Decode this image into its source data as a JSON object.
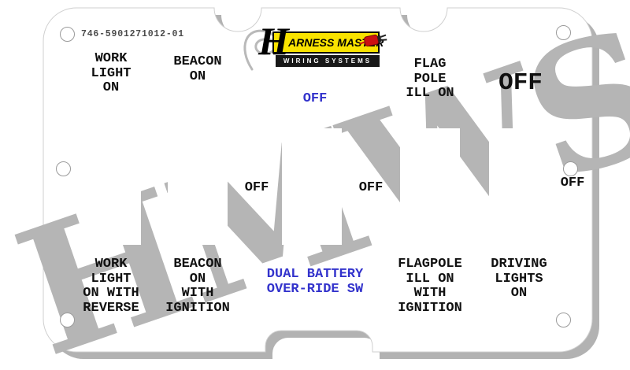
{
  "part_number": "746-5901271012-01",
  "watermark_text": "HMWS",
  "logo": {
    "initial": "H",
    "name_rest": "ARNESS MASTER",
    "subtitle": "WIRING SYSTEMS"
  },
  "colors": {
    "label_black": "#101010",
    "accent_blue": "#3333cc",
    "watermark_gray": "#b5b5b5",
    "panel_shadow_gray": "#b2b2b2",
    "logo_yellow": "#f9e300",
    "logo_bar_black": "#181818",
    "connector_red": "#cc1111"
  },
  "switches": [
    {
      "name": "work-light",
      "top_label": "WORK\nLIGHT\nON",
      "mid_label": "",
      "bottom_label": "WORK\nLIGHT\nON WITH\nREVERSE"
    },
    {
      "name": "beacon",
      "top_label": "BEACON\nON",
      "mid_label": "",
      "bottom_label": "BEACON\nON\nWITH\nIGNITION"
    },
    {
      "name": "dual-battery-override",
      "top_label": "OFF",
      "mid_label": "OFF",
      "bottom_label": "DUAL BATTERY\nOVER-RIDE SW"
    },
    {
      "name": "flagpole-illumination",
      "top_label": "FLAG\nPOLE\nILL ON",
      "mid_label": "OFF",
      "bottom_label": "FLAGPOLE\nILL ON\nWITH\nIGNITION"
    },
    {
      "name": "driving-lights",
      "top_label": "OFF",
      "mid_label": "OFF",
      "bottom_label": "DRIVING\nLIGHTS\nON"
    }
  ]
}
